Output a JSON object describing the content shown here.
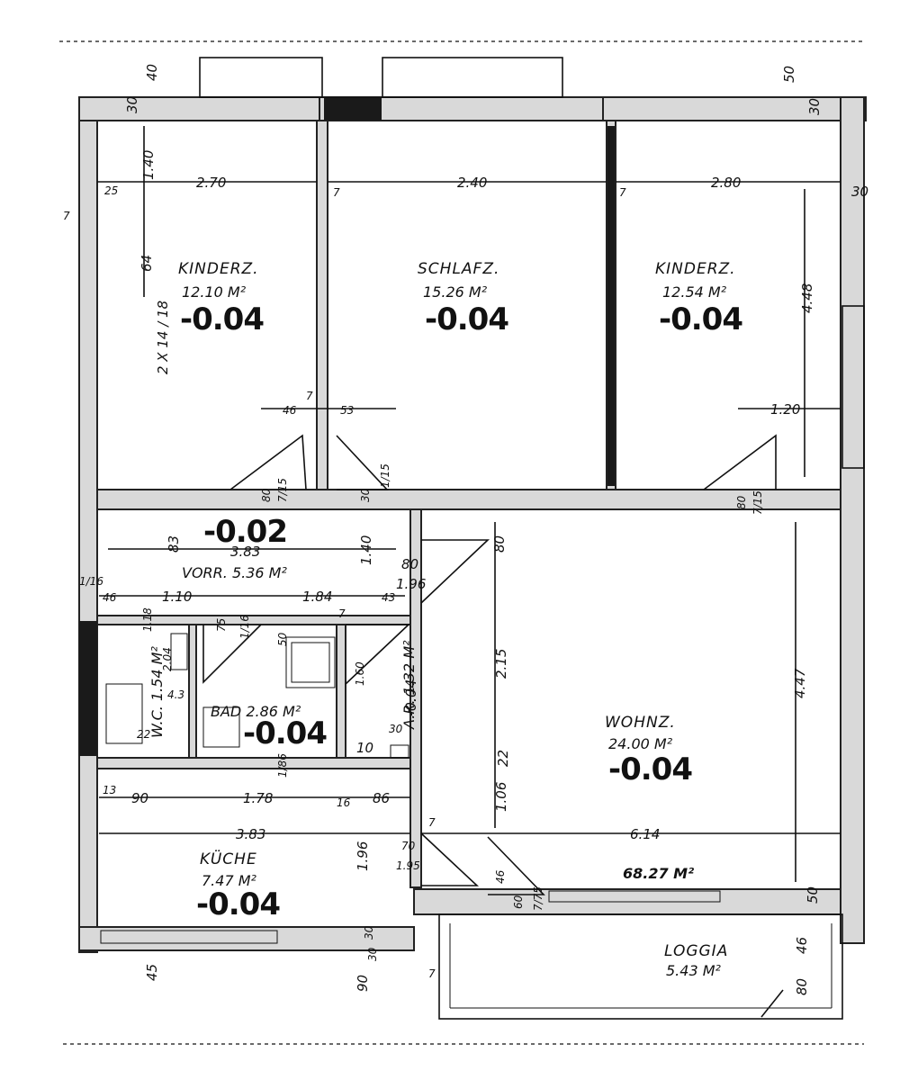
{
  "rooms": {
    "kinderz_left": {
      "name": "KINDERZ.",
      "area": "12.10 M²",
      "level": "-0.04"
    },
    "schlafz": {
      "name": "SCHLAFZ.",
      "area": "15.26 M²",
      "level": "-0.04"
    },
    "kinderz_right": {
      "name": "KINDERZ.",
      "area": "12.54 M²",
      "level": "-0.04"
    },
    "vorraum": {
      "name": "VORR. 5.36 M²",
      "level": "-0.02"
    },
    "wc": {
      "name": "W.C. 1.54 M²"
    },
    "bad": {
      "name": "BAD 2.86 M²",
      "level": "-0.04"
    },
    "abstellraum": {
      "name": "A.R. 1.32 M²",
      "level": "-0.04",
      "number": "10"
    },
    "wohnz": {
      "name": "WOHNZ.",
      "area": "24.00 M²",
      "level": "-0.04"
    },
    "kueche": {
      "name": "KÜCHE",
      "area": "7.47 M²",
      "level": "-0.04"
    },
    "loggia": {
      "name": "LOGGIA",
      "area": "5.43 M²"
    },
    "total": {
      "area": "68.27 M²"
    }
  },
  "dimensions": {
    "top": [
      "40",
      "30",
      "2.70",
      "2.40",
      "2.80",
      "50",
      "30",
      "25",
      "7",
      "7"
    ],
    "heights": [
      "1.40",
      "64",
      "4.48",
      "1.20",
      "2 X 14 / 18"
    ],
    "doors_top": [
      "46",
      "7",
      "53",
      "80",
      "7/15",
      "30",
      "1/15",
      "80",
      "7/15"
    ],
    "vorraum": [
      "3.83",
      "83",
      "1.40",
      "80",
      "1.96",
      "1.10",
      "1.84",
      "46",
      "43",
      "7",
      "1/16"
    ],
    "wc_bad": [
      "1.18",
      "2.04",
      "75",
      "1/16",
      "50",
      "4.3",
      "1.60",
      "30",
      "22",
      "1/86"
    ],
    "wohnz": [
      "80",
      "2.15",
      "4.47",
      "22",
      "1.06",
      "6.14",
      "7",
      "70",
      "1.95",
      "46",
      "60",
      "7/75"
    ],
    "kueche": [
      "13",
      "90",
      "1.78",
      "86",
      "3.83",
      "1.96",
      "16",
      "30",
      "45",
      "90",
      "7",
      "30"
    ],
    "right": [
      "30",
      "80",
      "46",
      "50",
      "7"
    ]
  }
}
